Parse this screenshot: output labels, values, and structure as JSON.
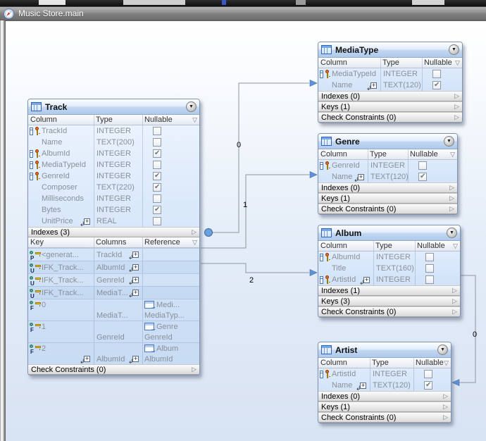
{
  "titlebar": {
    "title": "Music Store.main",
    "icon": "compass-icon"
  },
  "colors": {
    "accent_blue": "#5f93d6",
    "line_gray": "#8e959e",
    "canvas_top": "#ffffff",
    "canvas_bottom": "#d8e3f3",
    "table_border": "#7e93b4"
  },
  "diagram": {
    "tables": [
      {
        "id": "track",
        "title": "Track",
        "column_headers": [
          "Column",
          "Type",
          "Nullable"
        ],
        "columns": [
          {
            "name": "TrackId",
            "type": "INTEGER",
            "nullable": false,
            "key": true
          },
          {
            "name": "Name",
            "type": "TEXT(200)",
            "nullable": false,
            "key": false
          },
          {
            "name": "AlbumId",
            "type": "INTEGER",
            "nullable": true,
            "key": true
          },
          {
            "name": "MediaTypeId",
            "type": "INTEGER",
            "nullable": false,
            "key": true
          },
          {
            "name": "GenreId",
            "type": "INTEGER",
            "nullable": true,
            "key": true
          },
          {
            "name": "Composer",
            "type": "TEXT(220)",
            "nullable": true,
            "key": false
          },
          {
            "name": "Milliseconds",
            "type": "INTEGER",
            "nullable": false,
            "key": false
          },
          {
            "name": "Bytes",
            "type": "INTEGER",
            "nullable": true,
            "key": false
          },
          {
            "name": "UnitPrice",
            "type": "REAL",
            "nullable": false,
            "key": false,
            "expander": true
          }
        ],
        "indexes_label": "Indexes (3)",
        "keys": {
          "headers": [
            "Key",
            "Columns",
            "Reference"
          ],
          "rows": [
            {
              "badge": "P",
              "name": "<generat...",
              "cols": "TrackId",
              "cols_expander": true
            },
            {
              "badge": "U",
              "name": "IFK_Track...",
              "cols": "AlbumId",
              "cols_expander": true
            },
            {
              "badge": "U",
              "name": "IFK_Track...",
              "cols": "GenreId",
              "cols_expander": true
            },
            {
              "badge": "U",
              "name": "IFK_Track...",
              "cols": "MediaT...",
              "cols_expander": true
            },
            {
              "badge": "F",
              "name": "0",
              "cols2": "MediaT...",
              "ref": "Medi...",
              "ref2": "MediaTyp..."
            },
            {
              "badge": "F",
              "name": "1",
              "cols2": "GenreId",
              "ref": "Genre",
              "ref2": "GenreId"
            },
            {
              "badge": "F",
              "name": "2",
              "cols2": "AlbumId",
              "ref": "Album",
              "ref2": "AlbumId",
              "expanders": true
            }
          ]
        },
        "check_label": "Check Constraints (0)"
      },
      {
        "id": "mediatype",
        "title": "MediaType",
        "column_headers": [
          "Column",
          "Type",
          "Nullable"
        ],
        "columns": [
          {
            "name": "MediaTypeId",
            "type": "INTEGER",
            "nullable": false,
            "key": true
          },
          {
            "name": "Name",
            "type": "TEXT(120)",
            "nullable": true,
            "key": false,
            "expander": true
          }
        ],
        "sections": [
          "Indexes (0)",
          "Keys (1)",
          "Check Constraints (0)"
        ]
      },
      {
        "id": "genre",
        "title": "Genre",
        "column_headers": [
          "Column",
          "Type",
          "Nullable"
        ],
        "columns": [
          {
            "name": "GenreId",
            "type": "INTEGER",
            "nullable": false,
            "key": true
          },
          {
            "name": "Name",
            "type": "TEXT(120)",
            "nullable": true,
            "key": false,
            "expander": true
          }
        ],
        "sections": [
          "Indexes (0)",
          "Keys (1)",
          "Check Constraints (0)"
        ]
      },
      {
        "id": "album",
        "title": "Album",
        "column_headers": [
          "Column",
          "Type",
          "Nullable"
        ],
        "columns": [
          {
            "name": "AlbumId",
            "type": "INTEGER",
            "nullable": false,
            "key": true
          },
          {
            "name": "Title",
            "type": "TEXT(160)",
            "nullable": false,
            "key": false
          },
          {
            "name": "ArtistId",
            "type": "INTEGER",
            "nullable": false,
            "key": true,
            "expander": true
          }
        ],
        "sections": [
          "Indexes (1)",
          "Keys (3)",
          "Check Constraints (0)"
        ]
      },
      {
        "id": "artist",
        "title": "Artist",
        "column_headers": [
          "Column",
          "Type",
          "Nullable"
        ],
        "columns": [
          {
            "name": "ArtistId",
            "type": "INTEGER",
            "nullable": false,
            "key": true
          },
          {
            "name": "Name",
            "type": "TEXT(120)",
            "nullable": true,
            "key": false,
            "expander": true
          }
        ],
        "sections": [
          "Indexes (0)",
          "Keys (1)",
          "Check Constraints (0)"
        ]
      }
    ],
    "connection_labels": [
      {
        "text": "0"
      },
      {
        "text": "1"
      },
      {
        "text": "2"
      },
      {
        "text": "0"
      }
    ]
  }
}
